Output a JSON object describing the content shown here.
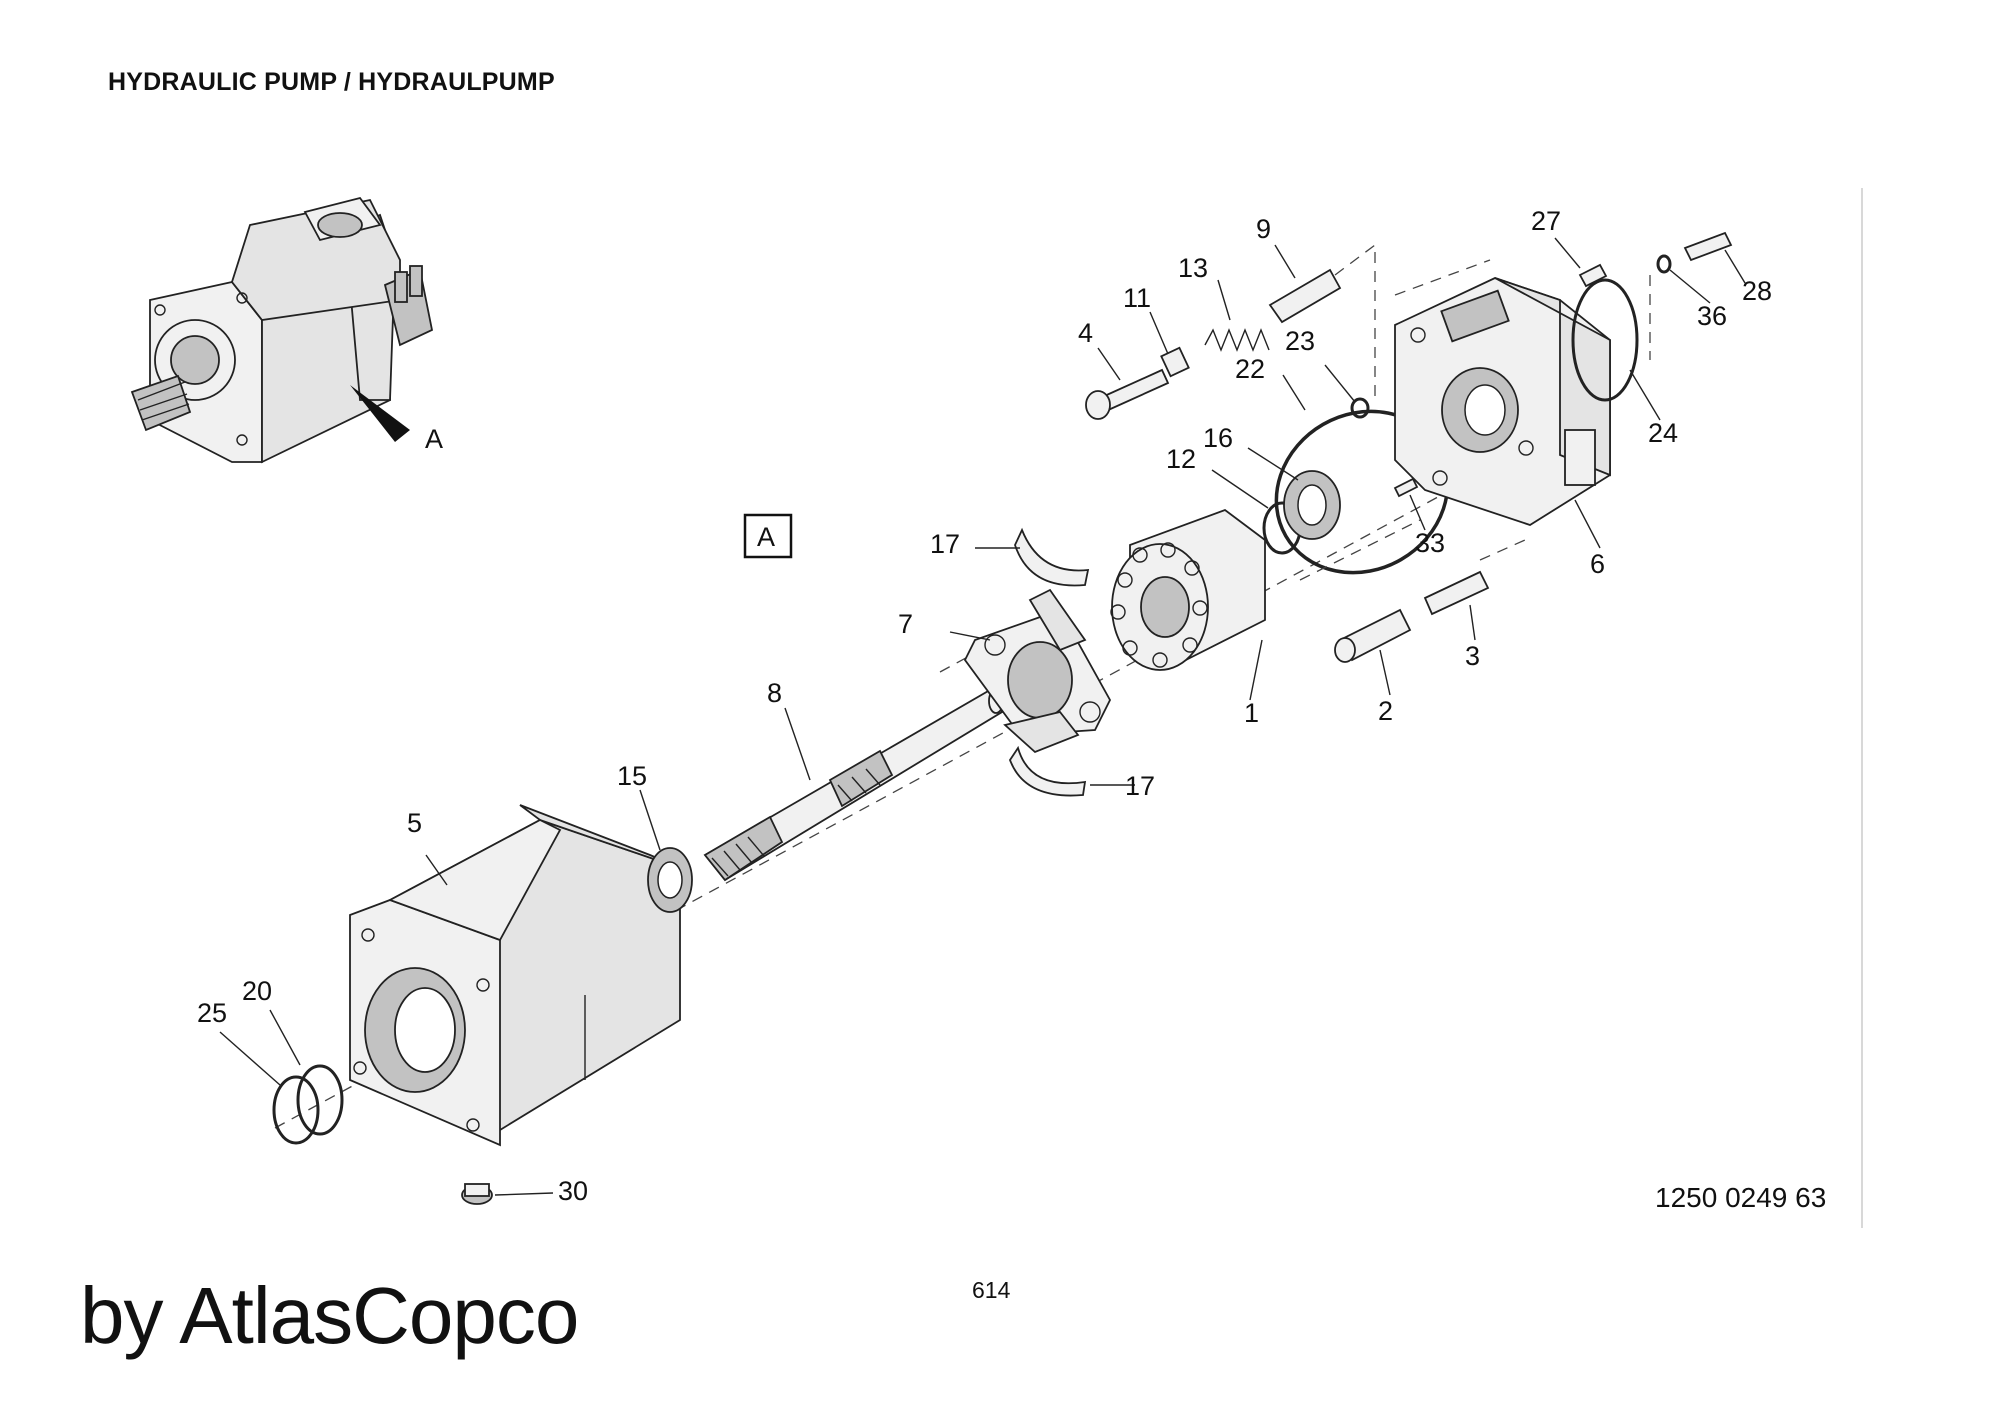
{
  "title": "HYDRAULIC PUMP / HYDRAULPUMP",
  "view_label": "A",
  "inset_label": "A",
  "part_number": "1250 0249 63",
  "page_number": "614",
  "brand": "by AtlasCopco",
  "callouts": [
    "1",
    "2",
    "3",
    "4",
    "5",
    "6",
    "7",
    "8",
    "9",
    "11",
    "12",
    "13",
    "15",
    "16",
    "17",
    "17",
    "20",
    "22",
    "23",
    "24",
    "25",
    "27",
    "28",
    "30",
    "33",
    "36"
  ]
}
